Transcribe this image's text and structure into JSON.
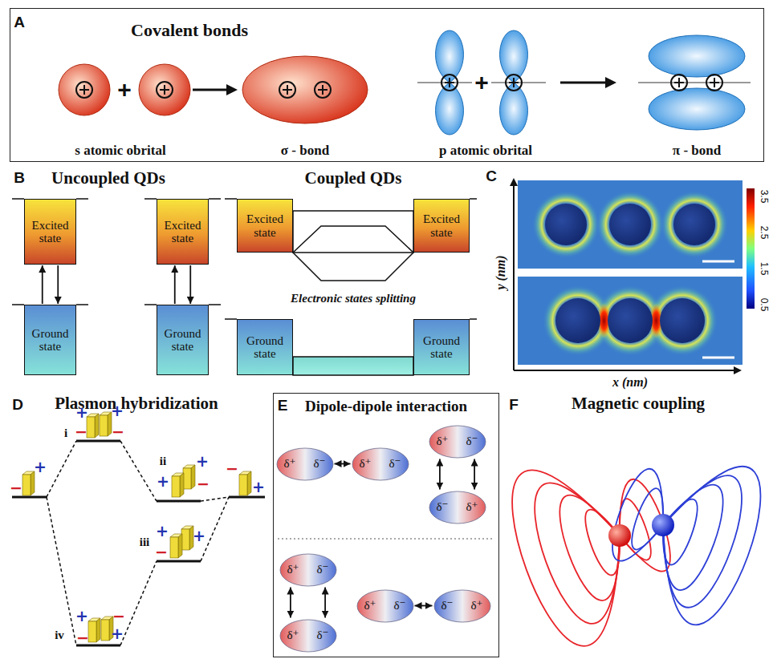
{
  "diagram": {
    "nodes": [
      {
        "text": [
          "Covalent bonds"
        ]
      },
      {
        "text": [
          "Excited state"
        ]
      },
      {
        "text": [
          "Ground state"
        ]
      },
      {
        "text": [
          "Excited state"
        ]
      },
      {
        "text": [
          "Ground state"
        ]
      },
      {
        "text": [
          "Excited state"
        ]
      },
      {
        "text": [
          "Excited state"
        ]
      },
      {
        "text": [
          "Ground state"
        ]
      },
      {
        "text": [
          "Ground state"
        ]
      },
      {
        "text": [
          "Dipole-dipole interaction"
        ]
      },
      {
        "text": [
          "δ⁺",
          "δ⁻"
        ],
        "in": 9
      },
      {
        "text": [
          "δ⁺",
          "δ⁻"
        ],
        "in": 9
      },
      {
        "text": [
          "δ⁺",
          "δ⁻"
        ],
        "in": 9
      },
      {
        "text": [
          "δ⁻",
          "δ⁺"
        ],
        "in": 9
      },
      {
        "text": [
          "δ⁺",
          "δ⁻"
        ],
        "in": 9
      },
      {
        "text": [
          "δ⁺",
          "δ⁻"
        ],
        "in": 9
      },
      {
        "text": [
          "δ⁺",
          "δ⁻"
        ],
        "in": 9
      },
      {
        "text": [
          "δ⁻",
          "δ⁺"
        ],
        "in": 9
      }
    ],
    "edges": [
      {
        "from": 2,
        "to": 1,
        "arrow": "to"
      },
      {
        "from": 1,
        "to": 2,
        "arrow": "to"
      },
      {
        "from": 4,
        "to": 3,
        "arrow": "to"
      },
      {
        "from": 3,
        "to": 4,
        "arrow": "to"
      },
      {
        "from": 10,
        "to": 11,
        "arrow": "both"
      },
      {
        "from": 12,
        "to": 13,
        "arrow": "both"
      },
      {
        "from": 12,
        "to": 13,
        "arrow": "both"
      },
      {
        "from": 14,
        "to": 15,
        "arrow": "both"
      },
      {
        "from": 14,
        "to": 15,
        "arrow": "both"
      },
      {
        "from": 16,
        "to": 17,
        "arrow": "both"
      }
    ],
    "labels": [
      "A",
      "+",
      "s atomic obrital",
      "σ - bond",
      "+",
      "p atomic obrital",
      "π - bond",
      "B",
      "Uncoupled QDs",
      "Coupled QDs",
      "Electronic states splitting",
      "C",
      "3.5",
      "2.5",
      "1.5",
      "0.5",
      "y (nm)",
      "x (nm)",
      "D",
      "Plasmon hybridization",
      "i",
      "ii",
      "iii",
      "iv",
      "+",
      "−",
      "−",
      "+",
      "+",
      "−",
      "+",
      "−",
      "+",
      "−",
      "+",
      "+",
      "−",
      "+",
      "+",
      "−",
      "−",
      "+",
      "E",
      "F",
      "Magnetic coupling"
    ]
  }
}
